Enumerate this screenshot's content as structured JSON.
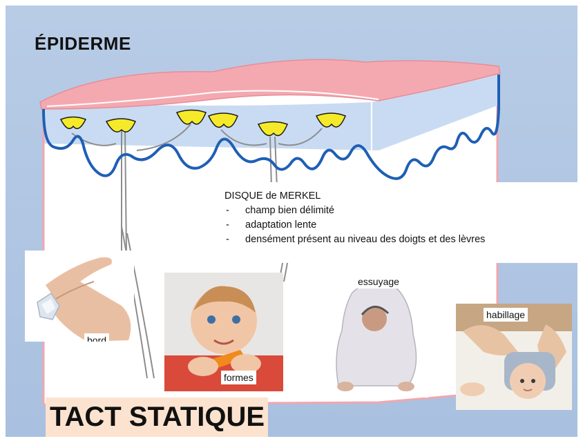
{
  "title": "ÉPIDERME",
  "bottom_title": "TACT STATIQUE",
  "info": {
    "heading": "DISQUE de MERKEL",
    "items": [
      "champ bien délimité",
      "adaptation lente",
      "densément présent au niveau des doigts et des lèvres"
    ]
  },
  "photos": [
    {
      "label": "bord",
      "subject": "hand-holding-ice-cube"
    },
    {
      "label": "formes",
      "subject": "baby-with-toy"
    },
    {
      "label": "essuyage",
      "subject": "baby-in-hooded-towel"
    },
    {
      "label": "habillage",
      "subject": "baby-being-dressed"
    }
  ],
  "colors": {
    "background": "#b8cce6",
    "skin_surface": "#f4a9b1",
    "epidermis": "#c9dbf2",
    "dermal_wave": "#1f5fb5",
    "merkel_disc": "#f5ea2a",
    "title_box": "#fbe3cf"
  }
}
